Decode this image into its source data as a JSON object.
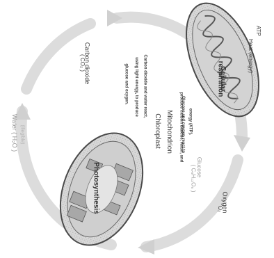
{
  "labels": {
    "carbon_dioxide": "Carbon dioxide",
    "carbon_dioxide_formula": "( CO₂ )",
    "water": "Water ( H₂O )",
    "water_secondary": "(illegible)",
    "glucose": "Glucose",
    "glucose_formula": "( C₆H₁₂O₆ )",
    "oxygen": "Oxygen",
    "oxygen_formula": "O₂",
    "atp": "ATP",
    "heat": "Heat (energy)",
    "chloroplast_title": "Chloroplast",
    "chloroplast_desc_1": "Carbon dioxide and water react,",
    "chloroplast_desc_2": "using light energy, to produce",
    "chloroplast_desc_3": "glucose and oxygen.",
    "mitochondrion_title": "Mitochondrion",
    "mitochondrion_desc_1": "Glucose and oxygen react to",
    "mitochondrion_desc_2": "produce carbon dioxide, water, and",
    "mitochondrion_desc_3": "energy (ATP).",
    "photosynthesis": "Photosynthesis",
    "cellular_respiration_1": "Cellular",
    "cellular_respiration_2": "respiration"
  },
  "colors": {
    "cycle_arrow": "#d6d6d6",
    "organelle_fill": "#c8c8c8",
    "organelle_outline": "#4a4a4a",
    "text": "#3c3c3c"
  }
}
